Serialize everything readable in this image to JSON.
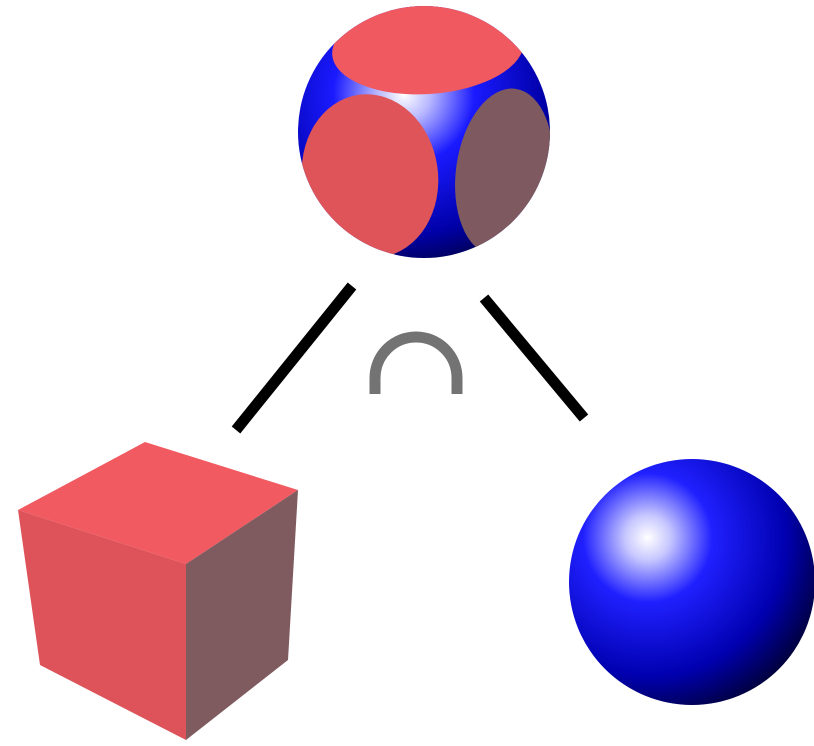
{
  "diagram": {
    "operation": "intersection",
    "operator_symbol": "∩",
    "result": {
      "label": "",
      "shape": "cube-intersect-sphere",
      "colors": {
        "cube_face_top": "#f0595f",
        "cube_face_front": "#de5459",
        "cube_face_side": "#7e5a60",
        "sphere": "#0000cc"
      }
    },
    "operand_left": {
      "label": "",
      "shape": "cube",
      "colors": {
        "top": "#f05a60",
        "front": "#de5359",
        "side": "#7f5a5f"
      }
    },
    "operand_right": {
      "label": "",
      "shape": "sphere",
      "colors": {
        "highlight": "#ffffff",
        "mid": "#1a1aff",
        "shadow": "#000055"
      }
    },
    "connector_color": "#000000",
    "operator_color": "#737373"
  }
}
